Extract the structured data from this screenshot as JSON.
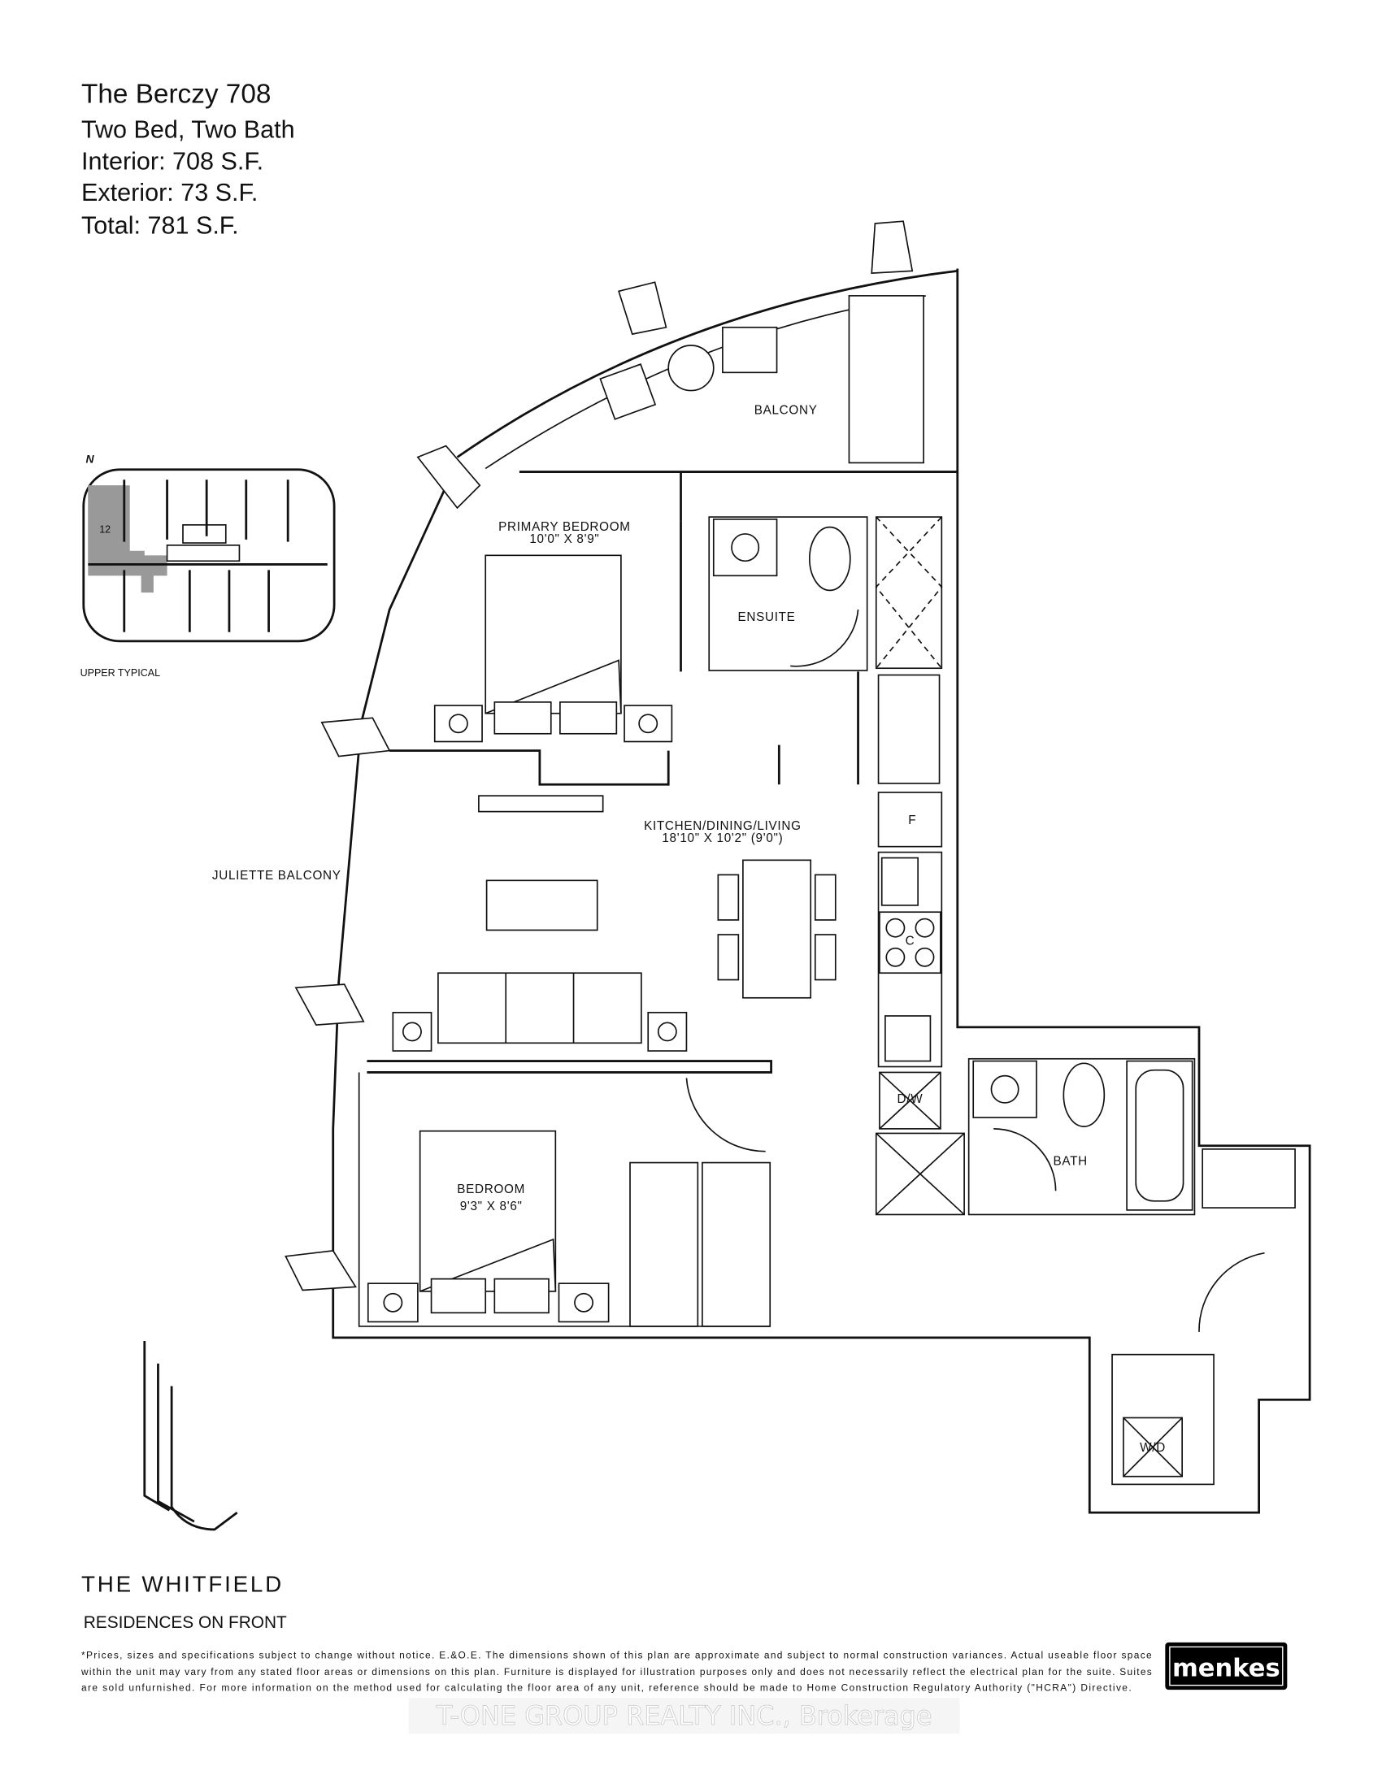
{
  "header": {
    "title": "The Berczy 708",
    "type": "Two Bed, Two Bath",
    "interior": "Interior: 708 S.F.",
    "exterior": "Exterior: 73 S.F.",
    "total": "Total: 781 S.F."
  },
  "key_plan": {
    "north": "N",
    "unit_number": "12",
    "caption": "UPPER TYPICAL"
  },
  "rooms": {
    "balcony": "BALCONY",
    "primary_bedroom": "PRIMARY BEDROOM",
    "primary_bedroom_dims": "10'0\" X 8'9\"",
    "ensuite": "ENSUITE",
    "kdl": "KITCHEN/DINING/LIVING",
    "kdl_dims": "18'10\" X 10'2\" (9'0\")",
    "juliette": "JULIETTE BALCONY",
    "fridge": "F",
    "cooktop": "C",
    "dishwasher": "D/W",
    "bath": "BATH",
    "bedroom": "BEDROOM",
    "bedroom_dims": "9'3\" X 8'6\"",
    "washer_dryer": "W/D"
  },
  "branding": {
    "project": "THE WHITFIELD",
    "subtitle": "RESIDENCES ON FRONT",
    "developer_logo": "menkes"
  },
  "disclaimer": [
    "*Prices, sizes and specifications subject to change without notice. E.&O.E. The dimensions shown of this plan are approximate and subject to normal construction variances. Actual useable floor space",
    "within the unit may vary from any stated floor areas or dimensions on this plan. Furniture is displayed for illustration purposes only and does not necessarily reflect the electrical plan for the suite. Suites",
    "are sold unfurnished. For more information on the method used for calculating the floor area of any unit, reference should be made to Home Construction Regulatory Authority (\"HCRA\") Directive."
  ],
  "watermark": "T-ONE GROUP REALTY INC., Brokerage"
}
